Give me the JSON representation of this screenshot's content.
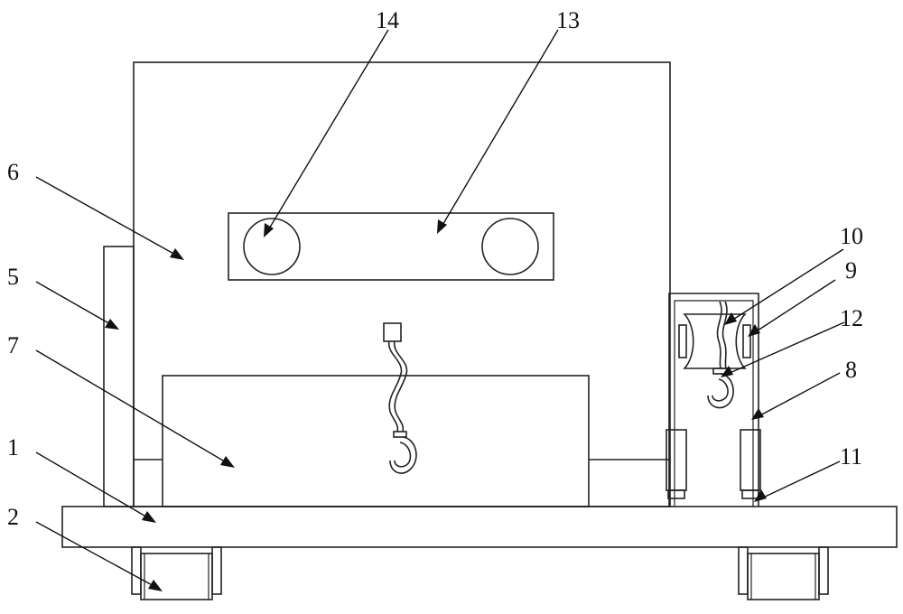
{
  "callouts": {
    "c1": "1",
    "c2": "2",
    "c5": "5",
    "c6": "6",
    "c7": "7",
    "c8": "8",
    "c9": "9",
    "c10": "10",
    "c11": "11",
    "c12": "12",
    "c13": "13",
    "c14": "14"
  },
  "colors": {
    "line": "#222222",
    "background": "#ffffff"
  }
}
